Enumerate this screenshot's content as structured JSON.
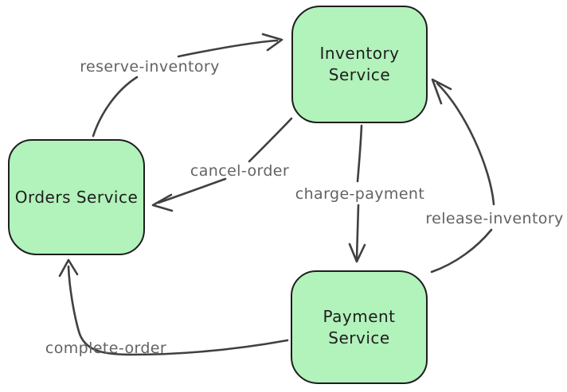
{
  "diagram": {
    "type": "flow-diagram",
    "style": "hand-drawn",
    "background": "#ffffff",
    "colors": {
      "node_fill": "#b2f2bb",
      "node_border": "#1e1e1e",
      "node_text": "#1e1e1e",
      "edge_stroke": "#404040",
      "edge_label_text": "#636363"
    },
    "nodes": [
      {
        "id": "inventory-service",
        "label": "Inventory Service"
      },
      {
        "id": "orders-service",
        "label": "Orders Service"
      },
      {
        "id": "payment-service",
        "label": "Payment Service"
      }
    ],
    "edges": [
      {
        "id": "reserve-inventory",
        "label": "reserve-inventory",
        "from": "orders-service",
        "to": "inventory-service"
      },
      {
        "id": "cancel-order",
        "label": "cancel-order",
        "from": "inventory-service",
        "to": "orders-service"
      },
      {
        "id": "charge-payment",
        "label": "charge-payment",
        "from": "inventory-service",
        "to": "payment-service"
      },
      {
        "id": "release-inventory",
        "label": "release-inventory",
        "from": "payment-service",
        "to": "inventory-service"
      },
      {
        "id": "complete-order",
        "label": "complete-order",
        "from": "payment-service",
        "to": "orders-service"
      }
    ]
  }
}
